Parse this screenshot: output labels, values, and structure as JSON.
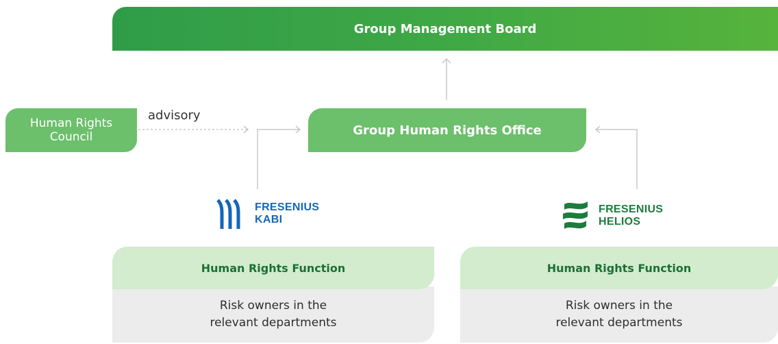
{
  "board": {
    "title": "Group Management Board"
  },
  "office": {
    "title": "Group Human Rights Office"
  },
  "council": {
    "title": "Human Rights Council",
    "relation_label": "advisory"
  },
  "kabi": {
    "brand_line1": "FRESENIUS",
    "brand_line2": "KABI",
    "function_label": "Human Rights Function",
    "owners_line1": "Risk owners in the",
    "owners_line2": "relevant departments"
  },
  "helios": {
    "brand_line1": "FRESENIUS",
    "brand_line2": "HELIOS",
    "function_label": "Human Rights Function",
    "owners_line1": "Risk owners in the",
    "owners_line2": "relevant departments"
  },
  "colors": {
    "board_green": "#3da746",
    "office_green": "#6cbf6b",
    "function_light_green": "#d2eccd",
    "owners_grey": "#ececec",
    "kabi_blue": "#1467b7",
    "helios_green": "#1b7c3c",
    "connector_grey": "#c8c8c8"
  },
  "icons": {
    "kabi_logo": "fresenius-kabi-logo",
    "helios_logo": "fresenius-helios-logo"
  }
}
